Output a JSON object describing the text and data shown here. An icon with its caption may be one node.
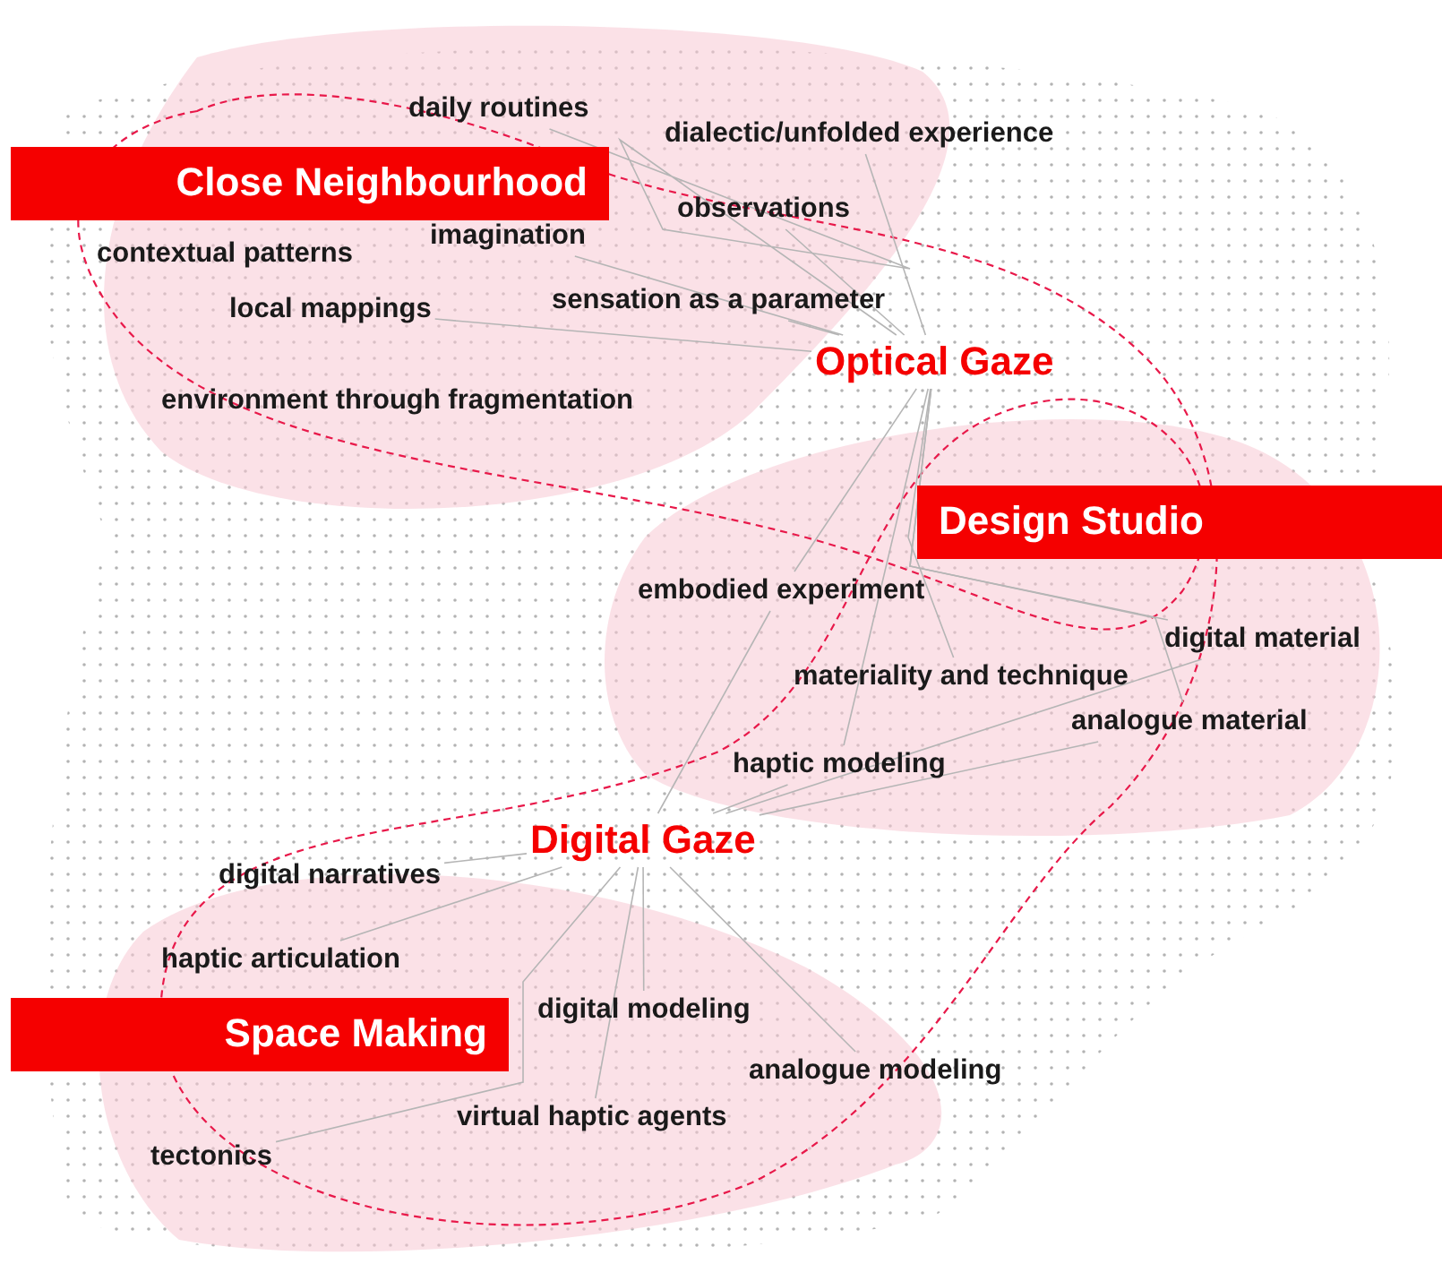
{
  "diagram": {
    "nodes": [
      {
        "text": [
          "Close Neighbourhood"
        ]
      },
      {
        "text": [
          "daily routines"
        ]
      },
      {
        "text": [
          "dialectic/unfolded experience"
        ]
      },
      {
        "text": [
          "observations"
        ]
      },
      {
        "text": [
          "imagination"
        ]
      },
      {
        "text": [
          "contextual patterns"
        ]
      },
      {
        "text": [
          "local mappings"
        ]
      },
      {
        "text": [
          "sensation as a parameter"
        ]
      },
      {
        "text": [
          "Optical Gaze"
        ]
      },
      {
        "text": [
          "environment through fragmentation"
        ]
      },
      {
        "text": [
          "Design Studio"
        ]
      },
      {
        "text": [
          "embodied experiment"
        ]
      },
      {
        "text": [
          "digital material"
        ]
      },
      {
        "text": [
          "materiality and technique"
        ]
      },
      {
        "text": [
          "analogue material"
        ]
      },
      {
        "text": [
          "haptic modeling"
        ]
      },
      {
        "text": [
          "Digital Gaze"
        ]
      },
      {
        "text": [
          "digital narratives"
        ]
      },
      {
        "text": [
          "haptic articulation"
        ]
      },
      {
        "text": [
          "Space Making"
        ]
      },
      {
        "text": [
          "digital modeling"
        ]
      },
      {
        "text": [
          "analogue modeling"
        ]
      },
      {
        "text": [
          "virtual haptic agents"
        ]
      },
      {
        "text": [
          "tectonics"
        ]
      }
    ],
    "edges": [
      {
        "from": 8,
        "to": 1,
        "arrow": "none"
      },
      {
        "from": 8,
        "to": 2,
        "arrow": "none"
      },
      {
        "from": 8,
        "to": 3,
        "arrow": "none"
      },
      {
        "from": 8,
        "to": 4,
        "arrow": "none"
      },
      {
        "from": 8,
        "to": 7,
        "arrow": "none"
      },
      {
        "from": 8,
        "to": 6,
        "arrow": "none"
      },
      {
        "from": 8,
        "to": 11,
        "arrow": "none"
      },
      {
        "from": 8,
        "to": 13,
        "arrow": "none"
      },
      {
        "from": 8,
        "to": 15,
        "arrow": "none"
      },
      {
        "from": 8,
        "to": 12,
        "arrow": "none"
      },
      {
        "from": 8,
        "to": 14,
        "arrow": "none"
      },
      {
        "from": 16,
        "to": 11,
        "arrow": "none"
      },
      {
        "from": 16,
        "to": 15,
        "arrow": "none"
      },
      {
        "from": 16,
        "to": 14,
        "arrow": "none"
      },
      {
        "from": 16,
        "to": 12,
        "arrow": "none"
      },
      {
        "from": 16,
        "to": 17,
        "arrow": "none"
      },
      {
        "from": 16,
        "to": 18,
        "arrow": "none"
      },
      {
        "from": 16,
        "to": 23,
        "arrow": "none"
      },
      {
        "from": 16,
        "to": 22,
        "arrow": "none"
      },
      {
        "from": 16,
        "to": 20,
        "arrow": "none"
      },
      {
        "from": 16,
        "to": 21,
        "arrow": "none"
      }
    ]
  }
}
